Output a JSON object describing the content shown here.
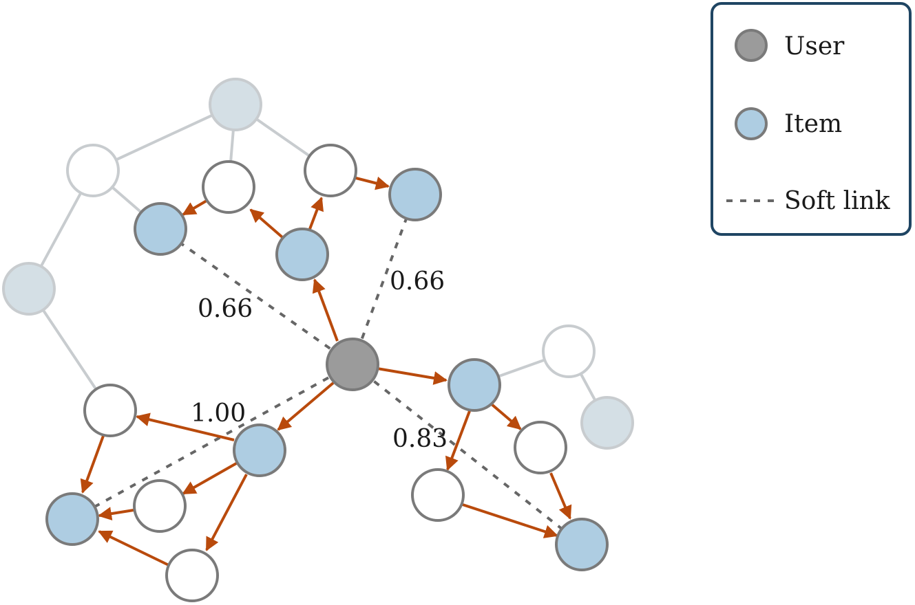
{
  "legend": {
    "user_label": "User",
    "item_label": "Item",
    "soft_link_label": "Soft link"
  },
  "soft_link_weights": [
    "0.66",
    "0.66",
    "1.00",
    "0.83"
  ],
  "colors": {
    "user_fill": "#9b9b9b",
    "item_fill": "#aecde2",
    "faded_item_fill": "#d4dfe5",
    "empty_fill": "#ffffff",
    "node_stroke": "#7a7a7a",
    "faded_stroke": "#c8cccf",
    "directed_edge": "#b94a0c",
    "faded_edge": "#c8cccf",
    "soft_link": "#666666",
    "legend_border": "#1f4563"
  }
}
